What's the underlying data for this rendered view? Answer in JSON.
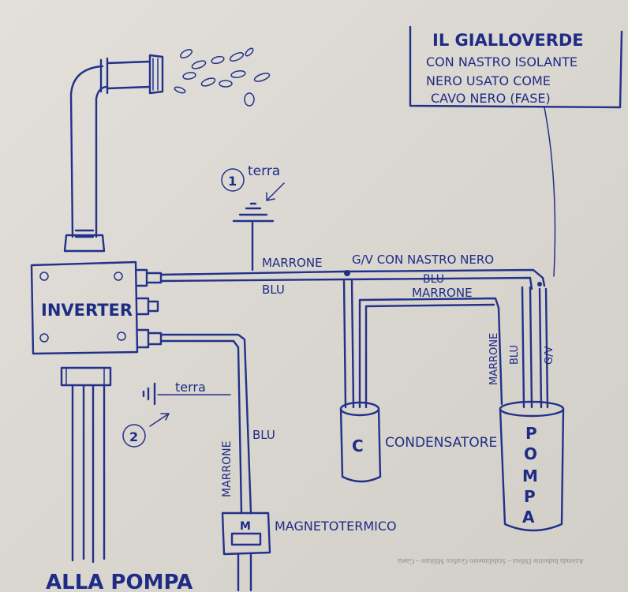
{
  "note": {
    "line1": "IL GIALLOVERDE",
    "line2": "CON NASTRO ISOLANTE",
    "line3": "NERO USATO COME",
    "line4": "CAVO NERO (FASE)"
  },
  "ground1": {
    "number": "1",
    "label": "terra"
  },
  "ground2": {
    "number": "2",
    "label": "terra"
  },
  "inverter": {
    "label": "INVERTER"
  },
  "wires": {
    "marrone_top": "MARRONE",
    "blu_top": "BLU",
    "gv_nastro": "G/V CON NASTRO NERO",
    "blu_right": "BLU",
    "marrone_right": "MARRONE",
    "marrone_vert": "MARRONE",
    "blu_vert": "BLU",
    "gv_vert": "G/V",
    "marrone_breaker": "MARRONE",
    "blu_breaker": "BLU"
  },
  "capacitor": {
    "letter": "C",
    "label": "CONDENSATORE"
  },
  "pump": {
    "label": "POMPA",
    "letters": [
      "P",
      "O",
      "M",
      "P",
      "A"
    ]
  },
  "breaker": {
    "letter": "M",
    "label": "MAGNETOTERMICO"
  },
  "bottom_label": "ALLA POMPA",
  "printed_footer": "Azienda Industrie Difesa – Stabilimento Grafico Militare – Gaeta"
}
